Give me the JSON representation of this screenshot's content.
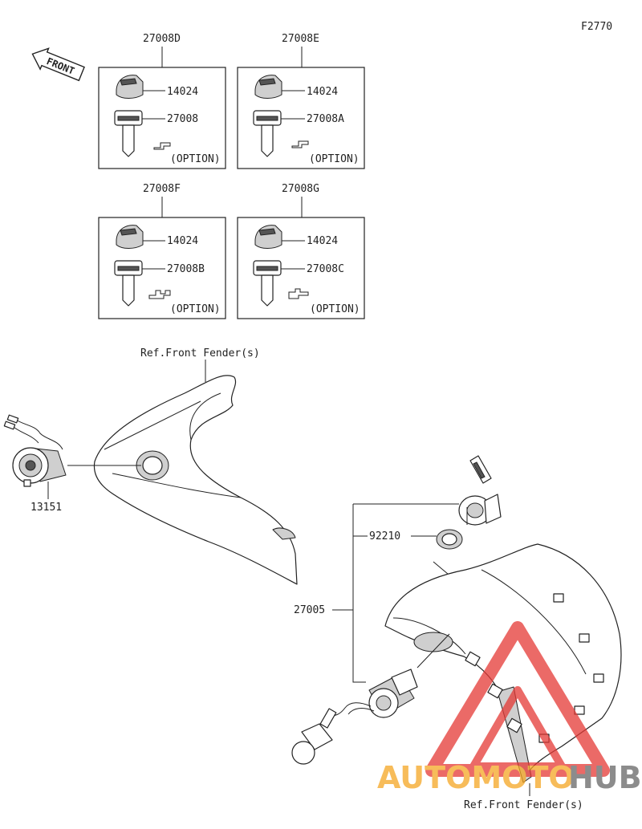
{
  "diagram_code": "F2770",
  "front_label": "FRONT",
  "kits": [
    {
      "title": "27008D",
      "cap_part": "14024",
      "key_part": "27008",
      "option_label": "(OPTION)"
    },
    {
      "title": "27008E",
      "cap_part": "14024",
      "key_part": "27008A",
      "option_label": "(OPTION)"
    },
    {
      "title": "27008F",
      "cap_part": "14024",
      "key_part": "27008B",
      "option_label": "(OPTION)"
    },
    {
      "title": "27008G",
      "cap_part": "14024",
      "key_part": "27008C",
      "option_label": "(OPTION)"
    }
  ],
  "callouts": {
    "ref_front_fender_top": "Ref.Front Fender(s)",
    "socket": "13151",
    "nut": "92210",
    "ignition_switch": "27005",
    "ref_front_fender_bottom": "Ref.Front Fender(s)"
  },
  "watermark": {
    "part1": "AUTOMOTO",
    "part2": "HUB",
    "color1": "#f5a623",
    "color2": "#666666",
    "triangle_color": "#e53935"
  }
}
